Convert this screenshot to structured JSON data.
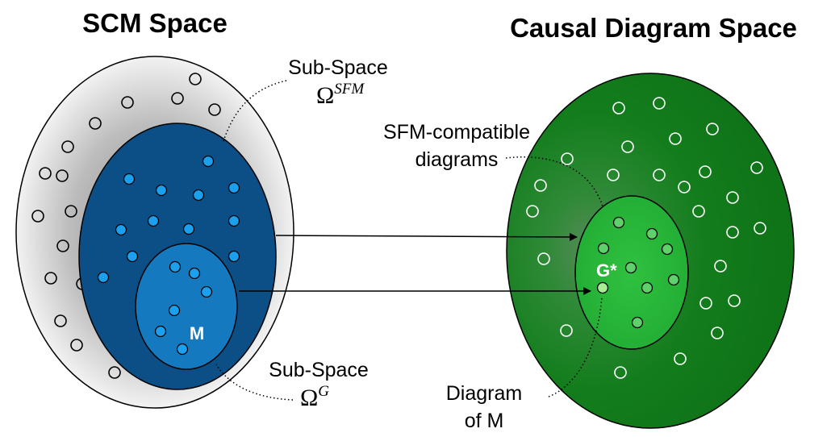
{
  "titles": {
    "left": "SCM Space",
    "right": "Causal Diagram Space"
  },
  "labels": {
    "sfm_subspace": "Sub-Space",
    "sfm_omega": "Ω",
    "sfm_superscript": "SFM",
    "g_subspace": "Sub-Space",
    "g_omega": "Ω",
    "g_superscript": "G",
    "sfm_compatible_line1": "SFM-compatible",
    "sfm_compatible_line2": "diagrams",
    "diagram_of_m_line1": "Diagram",
    "diagram_of_m_line2": "of M",
    "model_node": "M",
    "true_diagram_node": "G*"
  },
  "colors": {
    "outer_scm": "#e2e2e2",
    "sfm_region": "#0b4f86",
    "g_region": "#1579bf",
    "scm_dot_fill": "#1aa0ee",
    "diagram_outer": "#137d1c",
    "diagram_inner": "#27b53a",
    "diagram_dot_fill": "#5fd06a"
  }
}
